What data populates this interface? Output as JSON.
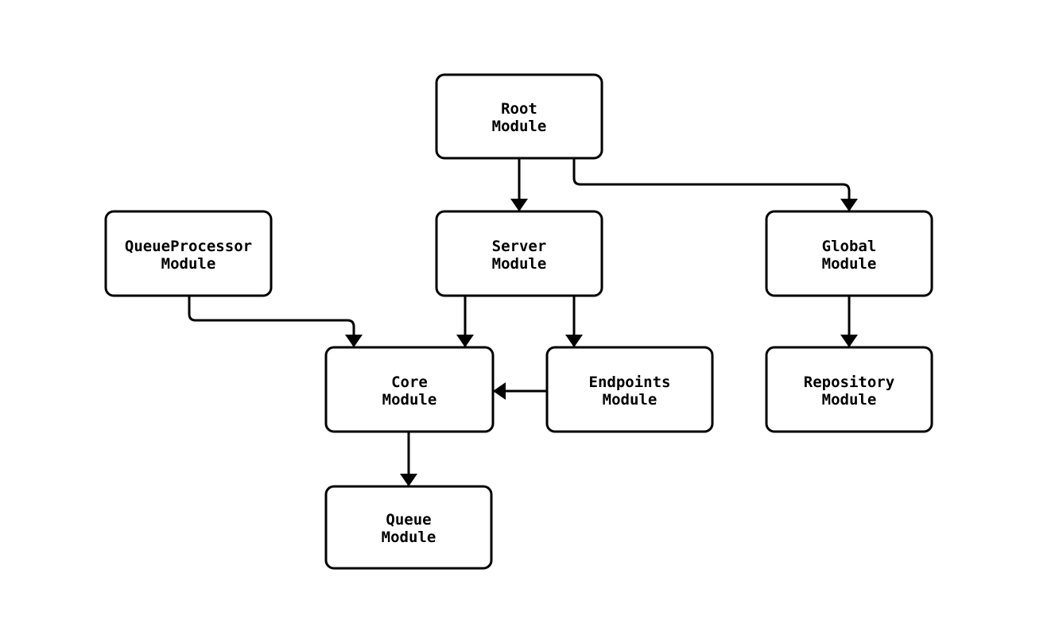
{
  "diagram": {
    "type": "flowchart",
    "colors": {
      "background": "#ffffff",
      "box_fill": "#ffffff",
      "stroke": "#000000",
      "text": "#000000"
    },
    "nodes": [
      {
        "id": "root",
        "line1": "Root",
        "line2": "Module"
      },
      {
        "id": "queueprocessor",
        "line1": "QueueProcessor",
        "line2": "Module"
      },
      {
        "id": "server",
        "line1": "Server",
        "line2": "Module"
      },
      {
        "id": "global",
        "line1": "Global",
        "line2": "Module"
      },
      {
        "id": "core",
        "line1": "Core",
        "line2": "Module"
      },
      {
        "id": "endpoints",
        "line1": "Endpoints",
        "line2": "Module"
      },
      {
        "id": "repository",
        "line1": "Repository",
        "line2": "Module"
      },
      {
        "id": "queue",
        "line1": "Queue",
        "line2": "Module"
      }
    ],
    "edges": [
      {
        "from": "root",
        "to": "server"
      },
      {
        "from": "root",
        "to": "global"
      },
      {
        "from": "queueprocessor",
        "to": "core"
      },
      {
        "from": "server",
        "to": "core"
      },
      {
        "from": "server",
        "to": "endpoints"
      },
      {
        "from": "endpoints",
        "to": "core"
      },
      {
        "from": "core",
        "to": "queue"
      },
      {
        "from": "global",
        "to": "repository"
      }
    ]
  }
}
